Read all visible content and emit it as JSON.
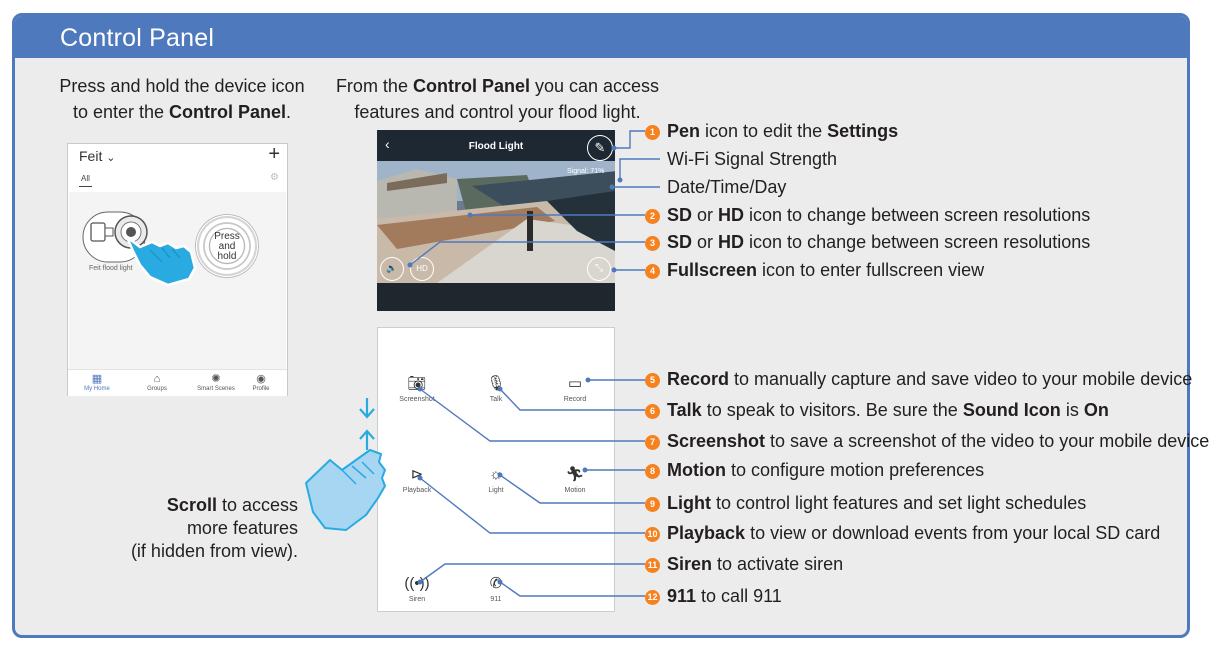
{
  "panel": {
    "title": "Control Panel"
  },
  "left_caption": {
    "pre": "Press and hold the device icon",
    "line2_pre": "to enter the ",
    "line2_bold": "Control Panel",
    "line2_post": "."
  },
  "center_caption": {
    "pre": "From the ",
    "bold": "Control Panel",
    "post": " you can access",
    "line2": "features and control your flood light."
  },
  "phone1": {
    "brand": "Feit",
    "brand_chevron": "⌄",
    "add": "+",
    "tab_all": "All",
    "device_label": "Feit flood light",
    "press_label": [
      "Press",
      "and",
      "hold"
    ],
    "nav": [
      {
        "icon": "▦",
        "label": "My Home"
      },
      {
        "icon": "⌂",
        "label": "Groups"
      },
      {
        "icon": "✺",
        "label": "Smart Scenes"
      },
      {
        "icon": "◉",
        "label": "Profile"
      }
    ]
  },
  "video": {
    "title": "Flood Light",
    "back": "‹",
    "signal": "Signal: 71%",
    "hd": "HD"
  },
  "controls": [
    {
      "label": "Screenshot",
      "icon": "camera-icon"
    },
    {
      "label": "Talk",
      "icon": "microphone-icon"
    },
    {
      "label": "Record",
      "icon": "video-camera-icon"
    },
    {
      "label": "Playback",
      "icon": "playback-icon"
    },
    {
      "label": "Light",
      "icon": "light-icon"
    },
    {
      "label": "Motion",
      "icon": "motion-icon"
    },
    {
      "label": "Siren",
      "icon": "siren-icon"
    },
    {
      "label": "911",
      "icon": "phone-icon"
    }
  ],
  "scroll_caption": {
    "bold": "Scroll",
    "post": " to access",
    "line2": "more features",
    "line3": "(if hidden from view)."
  },
  "callouts": [
    {
      "num": "1",
      "bold": "Pen",
      "text": " icon to edit the ",
      "bold2": "Settings"
    },
    {
      "num": "",
      "text": "Wi-Fi Signal Strength"
    },
    {
      "num": "",
      "text": "Date/Time/Day"
    },
    {
      "num": "2",
      "bold": "SD",
      "text": " or ",
      "bold2": "HD",
      "text2": " icon to change between screen resolutions"
    },
    {
      "num": "3",
      "bold": "SD",
      "text": " or ",
      "bold2": "HD",
      "text2": " icon to change between screen resolutions"
    },
    {
      "num": "4",
      "bold": "Fullscreen",
      "text": " icon to enter fullscreen view"
    },
    {
      "num": "5",
      "bold": "Record",
      "text": " to manually capture and save video to your mobile device"
    },
    {
      "num": "6",
      "bold": "Talk",
      "text": " to speak to visitors. Be sure the ",
      "bold2": "Sound Icon",
      "text2": " is ",
      "bold3": "On"
    },
    {
      "num": "7",
      "bold": "Screenshot",
      "text": " to save a screenshot of the video to your mobile device"
    },
    {
      "num": "8",
      "bold": "Motion",
      "text": " to configure motion preferences"
    },
    {
      "num": "9",
      "bold": "Light",
      "text": " to control light features and set light schedules"
    },
    {
      "num": "10",
      "bold": "Playback",
      "text": " to view or download events from your local SD card"
    },
    {
      "num": "11",
      "bold": "Siren",
      "text": " to activate siren"
    },
    {
      "num": "12",
      "bold": "911",
      "text": " to call 911"
    }
  ]
}
